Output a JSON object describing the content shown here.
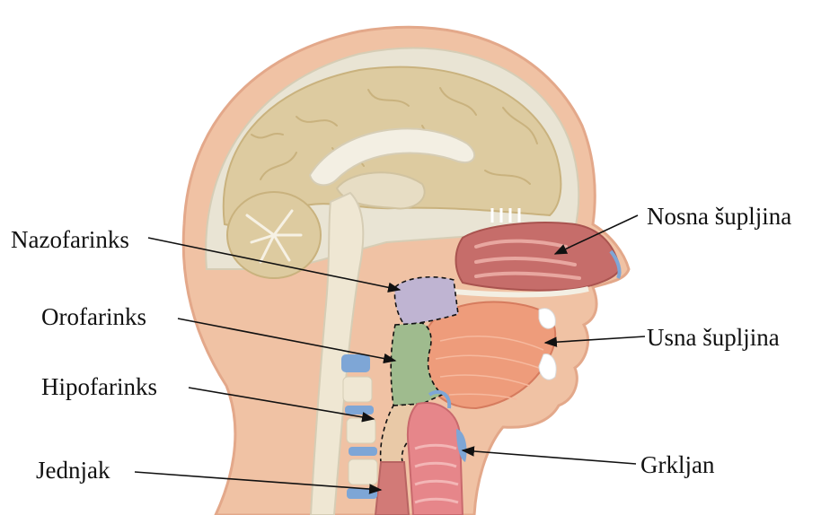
{
  "labels": {
    "nazofarinks": "Nazofarinks",
    "orofarinks": "Orofarinks",
    "hipofarinks": "Hipofarinks",
    "jednjak": "Jednjak",
    "nosna_supljina": "Nosna šupljina",
    "usna_supljina": "Usna šupljina",
    "grkljan": "Grkljan"
  },
  "colors": {
    "skin": "#f0c2a4",
    "skin_outline": "#e3a88a",
    "skull_bone": "#e9e4d4",
    "brain": "#ddcba0",
    "brain_folds": "#c9b27e",
    "spinal_cord": "#efe7d3",
    "vertebra_blue": "#7ea6d6",
    "nasal_cavity": "#c66d6a",
    "tongue": "#ee9c7b",
    "nasopharynx": "#bfb4d2",
    "oropharynx": "#9fbb8e",
    "hypopharynx": "#e9c9a7",
    "larynx": "#e6868a",
    "esophagus": "#d27a77"
  },
  "icons": [
    "arrow-icon"
  ]
}
